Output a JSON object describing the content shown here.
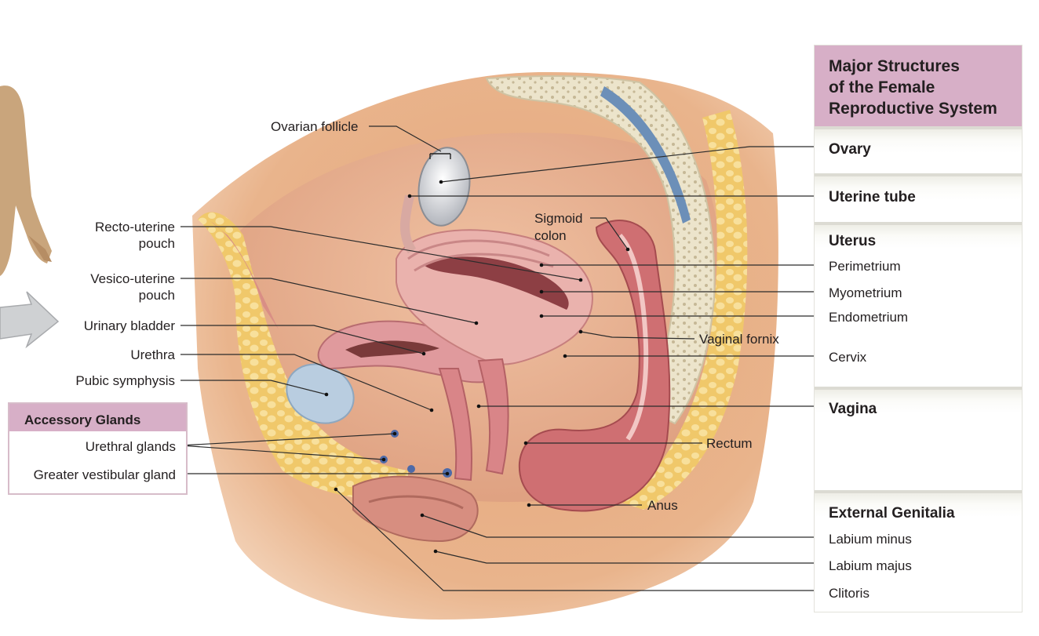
{
  "key_panel": {
    "heading": [
      "Major Structures",
      "of the Female",
      "Reproductive System"
    ],
    "ovary": "Ovary",
    "uterine_tube": "Uterine tube",
    "uterus": "Uterus",
    "perimetrium": "Perimetrium",
    "myometrium": "Myometrium",
    "endometrium": "Endometrium",
    "cervix": "Cervix",
    "vagina": "Vagina",
    "external_genitalia": "External Genitalia",
    "labium_minus": "Labium minus",
    "labium_majus": "Labium majus",
    "clitoris": "Clitoris"
  },
  "accessory_glands": {
    "heading": "Accessory Glands",
    "urethral_glands": "Urethral glands",
    "greater_vestibular_gland": "Greater vestibular gland"
  },
  "left_labels": {
    "recto_uterine_pouch": [
      "Recto-uterine",
      "pouch"
    ],
    "vesico_uterine_pouch": [
      "Vesico-uterine",
      "pouch"
    ],
    "urinary_bladder": "Urinary bladder",
    "urethra": "Urethra",
    "pubic_symphysis": "Pubic symphysis"
  },
  "inner_labels": {
    "ovarian_follicle": "Ovarian follicle",
    "sigmoid_colon": [
      "Sigmoid",
      "colon"
    ],
    "vaginal_fornix": "Vaginal fornix",
    "rectum": "Rectum",
    "anus": "Anus"
  },
  "colors": {
    "panel_header": "#d7afc7",
    "skin": "#e9b58a",
    "fat": "#f3d77a",
    "muscle_pink": "#e3a1a3",
    "bone": "#e9dfc4"
  }
}
